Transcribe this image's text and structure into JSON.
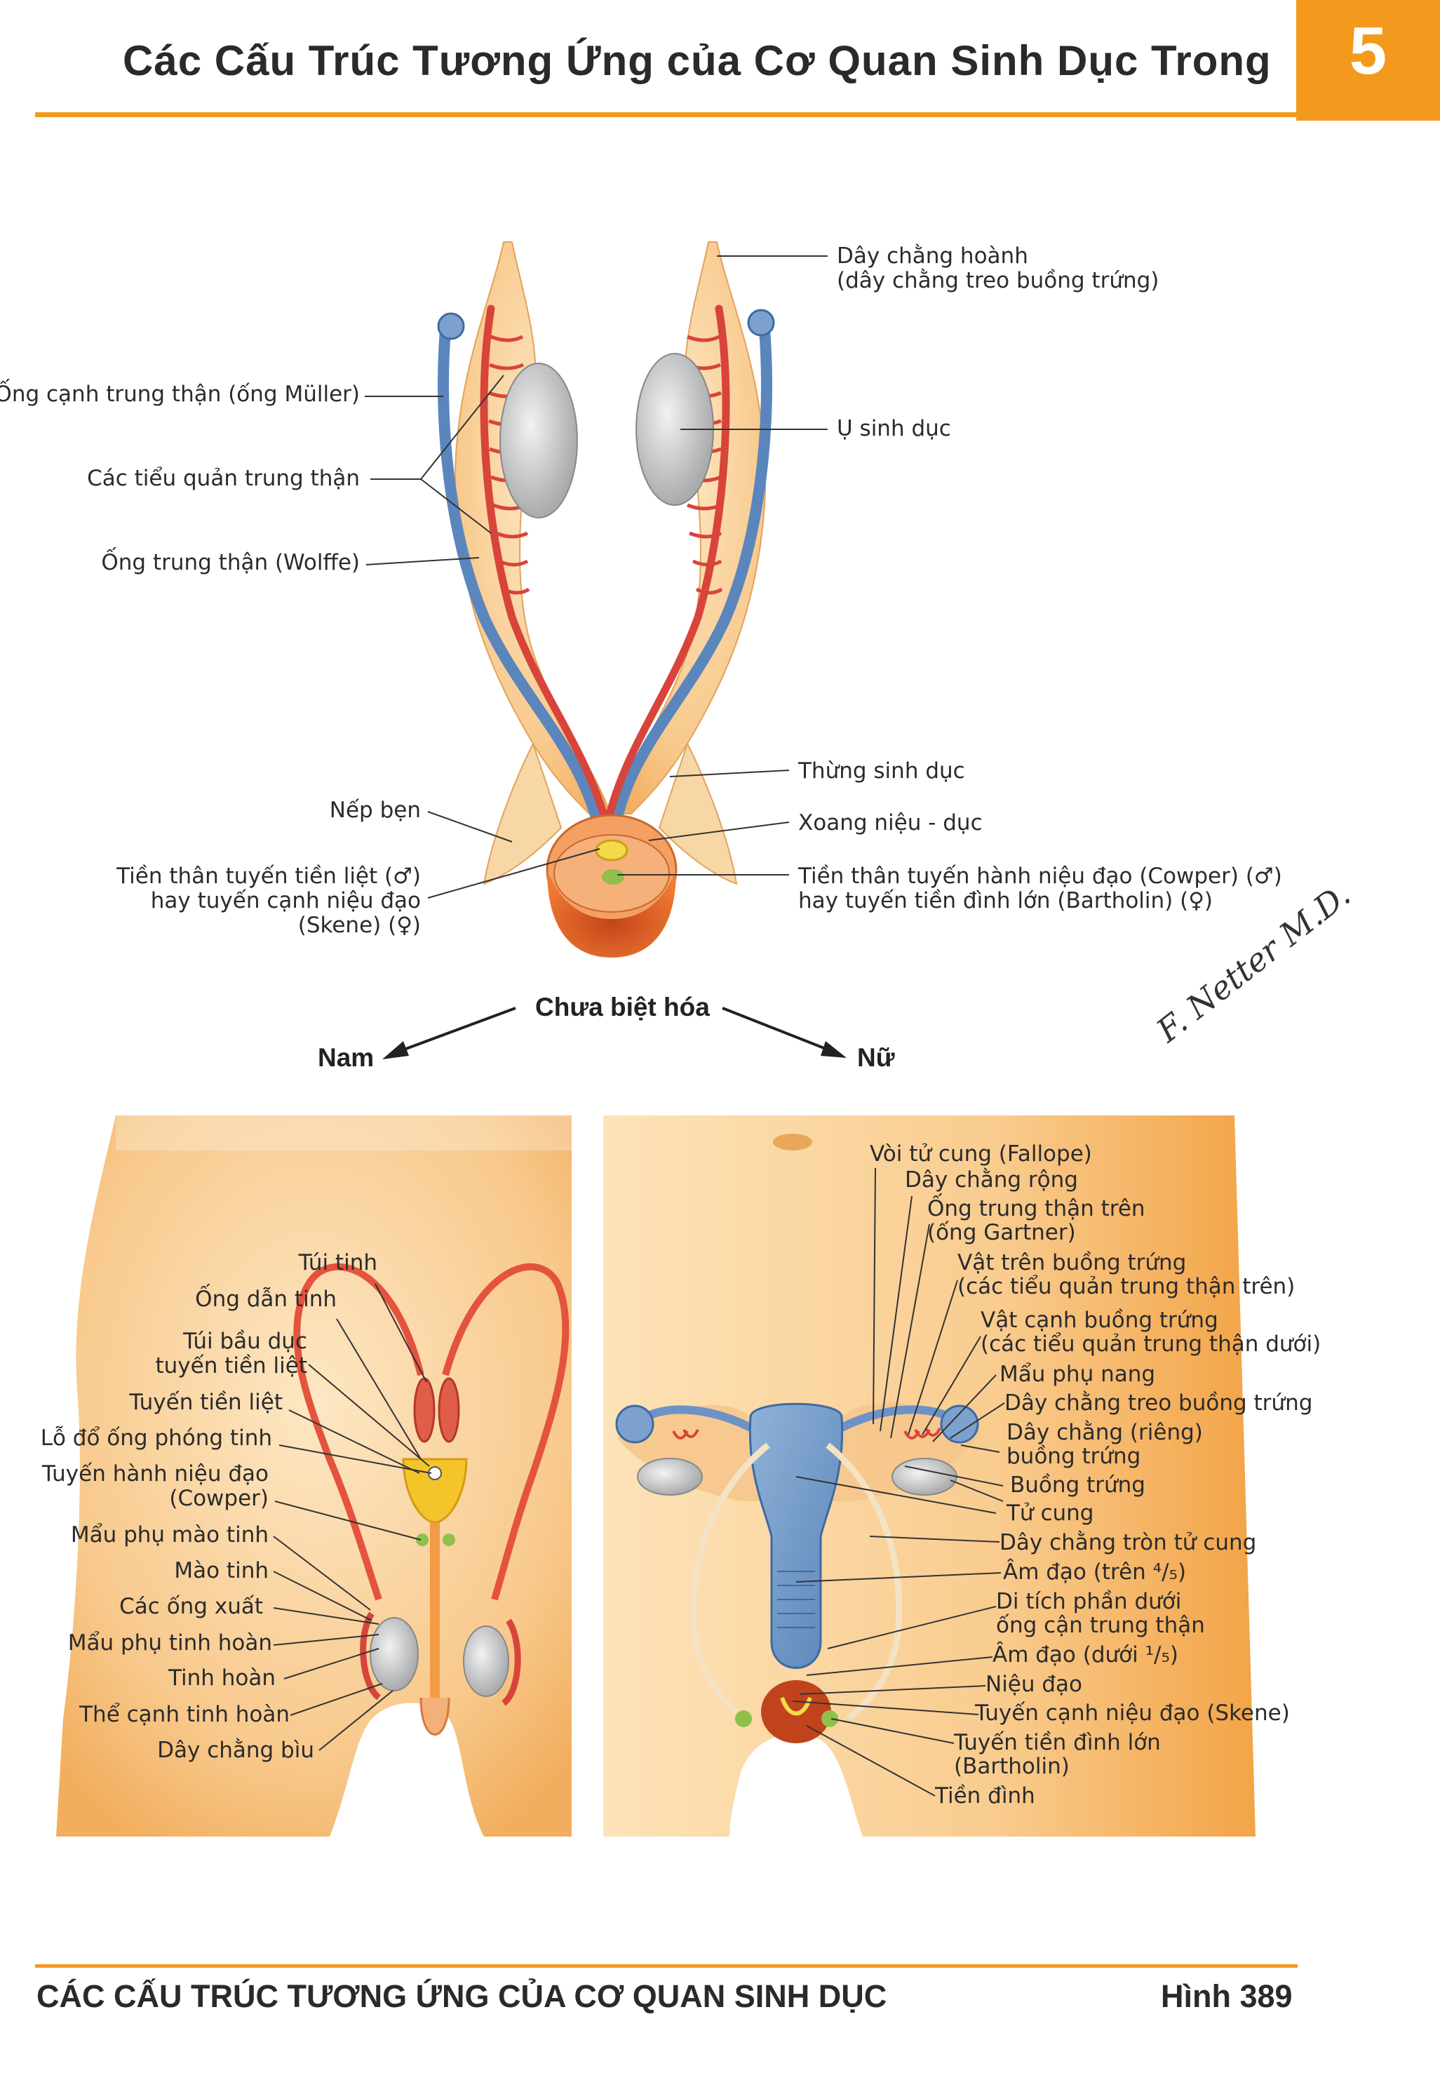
{
  "header": {
    "title": "Các Cấu Trúc Tương Ứng của Cơ Quan Sinh Dục Trong",
    "plate_number": "5",
    "accent_color": "#f39a1e"
  },
  "top_labels": {
    "suspensory_1": "Dây chằng hoành",
    "suspensory_2": "(dây chằng treo buồng trứng)",
    "muller": "Ống cạnh trung thận (ống Müller)",
    "gonad": "Ụ sinh dục",
    "tubules": "Các tiểu quản trung thận",
    "wolffe": "Ống trung thận (Wolffe)",
    "genital_tubercle": "Thừng sinh dục",
    "inguinal_fold": "Nếp bẹn",
    "urogenital_sinus": "Xoang niệu - dục",
    "prostate_1": "Tiền thân tuyến tiền liệt (♂)",
    "prostate_2": "hay tuyến cạnh niệu đạo",
    "prostate_3": "(Skene) (♀)",
    "cowper_1": "Tiền thân tuyến hành niệu đạo (Cowper) (♂)",
    "cowper_2": "hay tuyến tiền đình lớn (Bartholin) (♀)"
  },
  "differentiation": {
    "undifferentiated": "Chưa biệt hóa",
    "male": "Nam",
    "female": "Nữ"
  },
  "male_labels": {
    "seminal_vesicle": "Túi tinh",
    "vas_deferens": "Ống dẫn tinh",
    "utricle_1": "Túi bầu dục",
    "utricle_2": "tuyến tiền liệt",
    "prostate": "Tuyến tiền liệt",
    "ejaculatory": "Lỗ đổ ống phóng tinh",
    "bulbourethral_1": "Tuyến hành niệu đạo",
    "bulbourethral_2": "(Cowper)",
    "appendix_epididymis": "Mẩu phụ mào tinh",
    "epididymis": "Mào tinh",
    "efferent": "Các ống xuất",
    "appendix_testis": "Mẩu phụ tinh hoàn",
    "testis": "Tinh hoàn",
    "paradidymis": "Thể cạnh tinh hoàn",
    "gubernaculum": "Dây chằng bìu"
  },
  "female_labels": {
    "fallopian": "Vòi tử cung (Fallope)",
    "broad_ligament": "Dây chằng rộng",
    "gartner_1": "Ống trung thận trên",
    "gartner_2": "(ống Gartner)",
    "epoophoron_1": "Vật trên buồng trứng",
    "epoophoron_2": "(các tiểu quản trung thận trên)",
    "paroophoron_1": "Vật cạnh buồng trứng",
    "paroophoron_2": "(các tiểu quản trung thận dưới)",
    "vesicular_appendix": "Mẩu phụ nang",
    "suspensory_ovary": "Dây chằng treo buồng trứng",
    "ovarian_ligament_1": "Dây chằng (riêng)",
    "ovarian_ligament_2": "buồng trứng",
    "ovary": "Buồng trứng",
    "uterus": "Tử cung",
    "round_ligament": "Dây chằng tròn tử cung",
    "vagina_upper": "Âm đạo (trên ⁴/₅)",
    "remnant_1": "Di tích phần dưới",
    "remnant_2": "ống cận trung thận",
    "vagina_lower": "Âm đạo (dưới ¹/₅)",
    "urethra": "Niệu đạo",
    "skene": "Tuyến cạnh niệu đạo (Skene)",
    "bartholin_1": "Tuyến tiền đình lớn",
    "bartholin_2": "(Bartholin)",
    "vestibule": "Tiền đình"
  },
  "signature": "F. Netter M.D.",
  "footer": {
    "caption": "CÁC CẤU TRÚC TƯƠNG ỨNG CỦA CƠ QUAN SINH DỤC",
    "figure": "Hình 389"
  }
}
